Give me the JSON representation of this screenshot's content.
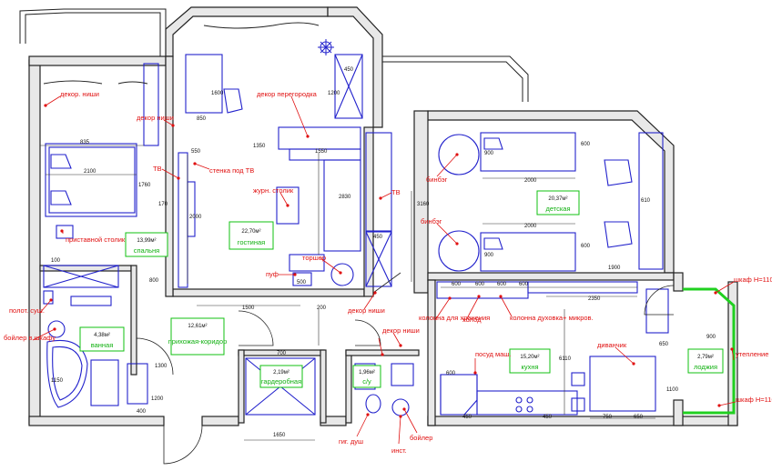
{
  "rooms": [
    {
      "id": "bedroom",
      "area": "13,99м²",
      "name": "спальня"
    },
    {
      "id": "living",
      "area": "22,70м²",
      "name": "гостиная"
    },
    {
      "id": "kids",
      "area": "20,37м²",
      "name": "детская"
    },
    {
      "id": "bath",
      "area": "4,38м²",
      "name": "ванная"
    },
    {
      "id": "hall",
      "area": "12,61м²",
      "name": "прихожая-коридор"
    },
    {
      "id": "wardrobe",
      "area": "2,19м²",
      "name": "гардеробная"
    },
    {
      "id": "wc",
      "area": "1,96м²",
      "name": "с/у"
    },
    {
      "id": "kitchen",
      "area": "15,20м²",
      "name": "кухня"
    },
    {
      "id": "loggia",
      "area": "2,79м²",
      "name": "лоджия"
    }
  ],
  "labels": {
    "decor_niche_1": "декор. ниши",
    "decor_niche_2": "декор ниши",
    "decor_partition": "декор перегородка",
    "tv_wall": "стенка под ТВ",
    "tv_1": "ТВ",
    "tv_2": "ТВ",
    "coffee_table": "журн. столик",
    "nightstand": "приставной столик",
    "pouf": "пуф",
    "torshere": "торшер",
    "beanbag_1": "бинбэг",
    "beanbag_2": "бинбэг",
    "towel_dryer": "полот. суш.",
    "boiler_closet": "бойлер в шкафу",
    "decor_niche_3": "декор ниши",
    "decor_niche_4": "декор ниши",
    "storage_column": "колонна для хранения",
    "cold": "холод",
    "oven_column": "колонна духовка+ микров.",
    "dishwasher": "посуд маш.",
    "sofa": "диванчик",
    "wardrobe_top": "шкаф Н=1100мм",
    "wardrobe_bottom": "шкаф Н=1100мм",
    "insulation": "утепление",
    "hyg_shower": "гиг. душ",
    "install": "инст.",
    "boiler": "бойлер"
  },
  "dimensions": [
    "835",
    "2100",
    "1760",
    "550",
    "2000",
    "170",
    "850",
    "1600",
    "1350",
    "1200",
    "450",
    "1550",
    "2830",
    "500",
    "450",
    "3160",
    "600",
    "900",
    "2000",
    "2000",
    "600",
    "610",
    "1900",
    "900",
    "800",
    "100",
    "1500",
    "200",
    "700",
    "1650",
    "1200",
    "400",
    "600",
    "2350",
    "600",
    "600",
    "600",
    "600",
    "450",
    "750",
    "650",
    "650",
    "6110",
    "1150",
    "1300",
    "1100",
    "900",
    "450"
  ],
  "colors": {
    "wall": "#e8e8e8",
    "furniture": "#2222cc",
    "annotation": "#e01010",
    "room_label": "#10b010"
  }
}
